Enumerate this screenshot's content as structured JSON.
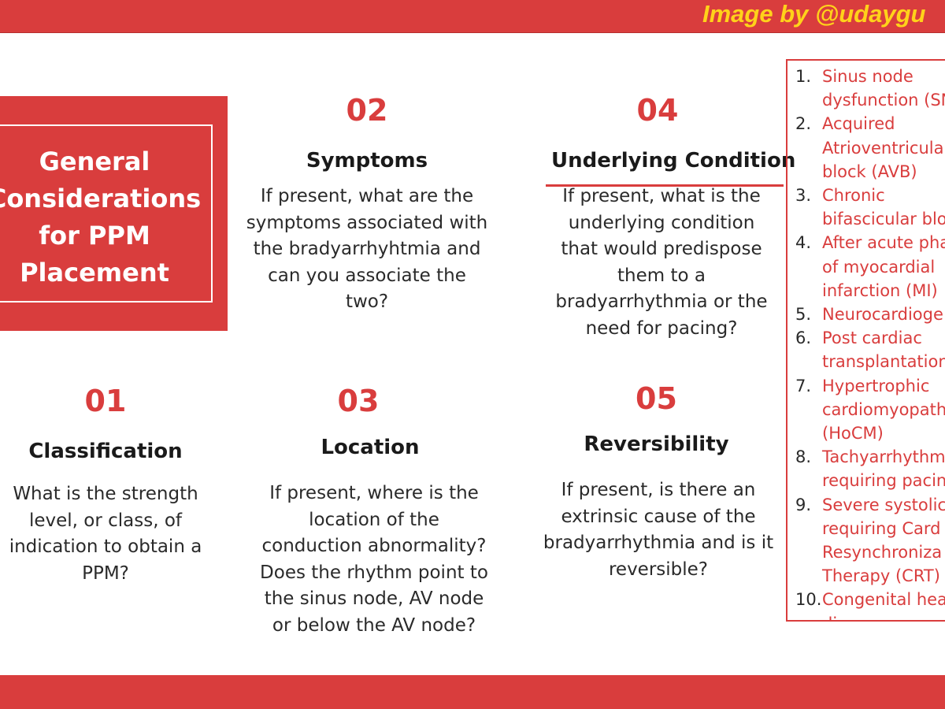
{
  "header": {
    "credit": "Image by @udaygu"
  },
  "title": "General\nConsiderations\nfor PPM\nPlacement",
  "cards": [
    {
      "number": "01",
      "heading": "Classification",
      "text": "What is the strength\nlevel, or class, of\nindication to obtain a\nPPM?"
    },
    {
      "number": "02",
      "heading": "Symptoms",
      "text": "If present, what are the\nsymptoms associated with\nthe bradyarrhyhtmia and\ncan you associate the\ntwo?"
    },
    {
      "number": "03",
      "heading": "Location",
      "text": "If present, where is the\nlocation of the\nconduction abnormality?\nDoes the rhythm point to\nthe sinus node, AV node\nor below the AV node?"
    },
    {
      "number": "04",
      "heading": "Underlying Condition",
      "text": "If present, what is the\nunderlying condition\nthat would predispose\nthem to a\nbradyarrhythmia or the\nneed for pacing?"
    },
    {
      "number": "05",
      "heading": "Reversibility",
      "text": "If present, is there an\nextrinsic cause of the\nbradyarrhythmia and is it\nreversible?"
    }
  ],
  "conditions": [
    {
      "num": "1.",
      "text": "Sinus node\ndysfunction (SN"
    },
    {
      "num": "2.",
      "text": "Acquired\nAtrioventricula\nblock (AVB)"
    },
    {
      "num": "3.",
      "text": "Chronic\nbifascicular blo"
    },
    {
      "num": "4.",
      "text": "After acute pha\nof myocardial\ninfarction (MI)"
    },
    {
      "num": "5.",
      "text": "Neurocardioge"
    },
    {
      "num": "6.",
      "text": "Post cardiac\ntransplantation"
    },
    {
      "num": "7.",
      "text": "Hypertrophic\ncardiomyopath\n(HoCM)"
    },
    {
      "num": "8.",
      "text": "Tachyarrhythm\nrequiring pacin"
    },
    {
      "num": "9.",
      "text": "Severe systolic\nrequiring Card\nResynchroniza\nTherapy (CRT)"
    },
    {
      "num": "10.",
      "text": "Congenital hea\ndisease"
    }
  ],
  "colors": {
    "accent": "#d93d3d",
    "credit": "#ffd21a",
    "text": "#1f1f1f"
  }
}
